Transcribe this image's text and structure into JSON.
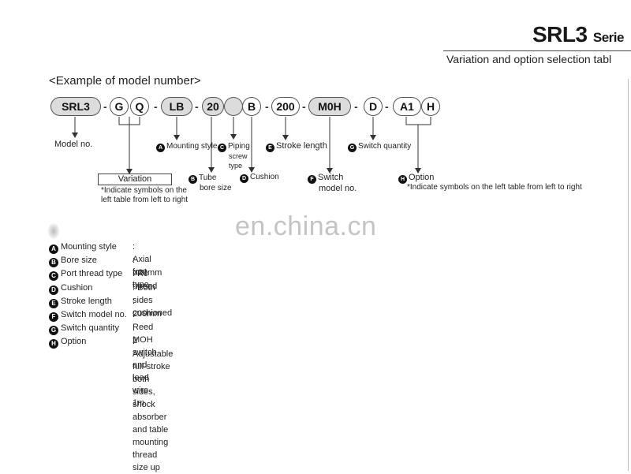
{
  "header": {
    "series_title": "SRL3",
    "series_suffix": "Serie",
    "subtitle": "Variation and option selection tabl"
  },
  "example_heading": "<Example of model number>",
  "model_row": {
    "srl3": "SRL3",
    "g": "G",
    "q": "Q",
    "lb": "LB",
    "bore": "20",
    "b": "B",
    "stroke": "200",
    "switch": "M0H",
    "d": "D",
    "a1": "A1",
    "h": "H",
    "dash": "-"
  },
  "annotations": {
    "model_no": "Model no.",
    "variation": "Variation",
    "variation_note_1": "*Indicate symbols on the",
    "variation_note_2": "left table from left to right",
    "mounting_badge": "A",
    "mounting": "Mounting style",
    "tube_badge": "B",
    "tube_1": "Tube",
    "tube_2": "bore size",
    "piping_badge": "C",
    "piping_1": "Piping",
    "piping_2": "screw",
    "piping_3": "type",
    "cushion_badge": "D",
    "cushion": "Cushion",
    "stroke_badge": "E",
    "stroke": "Stroke length",
    "switch_badge": "F",
    "switch_1": "Switch",
    "switch_2": "model no.",
    "quantity_badge": "G",
    "quantity": "Switch quantity",
    "option_badge": "H",
    "option": "Option",
    "option_note": "*Indicate symbols on the left table from left to right"
  },
  "watermark": "en.china.cn",
  "legend": [
    {
      "badge": "A",
      "key": "Mounting style",
      "value": ": Axial foot type"
    },
    {
      "badge": "B",
      "key": "Bore size",
      "value": ": ø20mm"
    },
    {
      "badge": "C",
      "key": "Port thread type",
      "value": ": Rc thread"
    },
    {
      "badge": "D",
      "key": "Cushion",
      "value": ": Both sides cushioned"
    },
    {
      "badge": "E",
      "key": "Stroke length",
      "value": ": 200mm"
    },
    {
      "badge": "F",
      "key": "Switch model no.",
      "value": ": Reed MOH switch and lead wire 1m"
    },
    {
      "badge": "G",
      "key": "Switch quantity",
      "value": ": 2"
    },
    {
      "badge": "H",
      "key": "Option",
      "value": ": Adjustable full-stroke both sides, shock absorber and table mounting thread size up"
    }
  ]
}
